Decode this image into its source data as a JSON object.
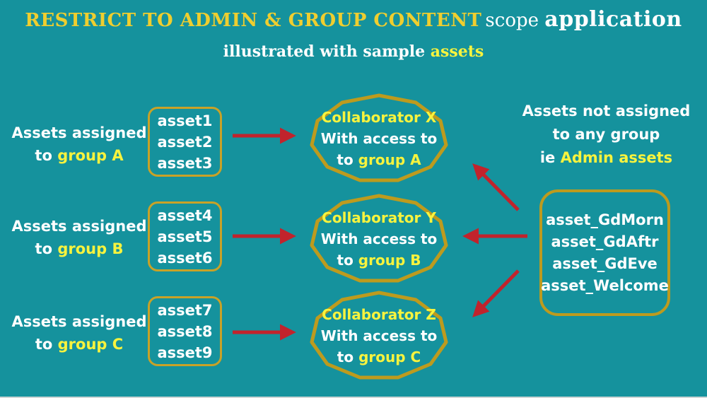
{
  "colors": {
    "background": "#15929D",
    "gold_border": "#BD9B1E",
    "title_gold": "#EFCE2F",
    "bright_yellow": "#F7F33E",
    "text_white": "#FFFFFF",
    "arrow_red": "#C1232C"
  },
  "header": {
    "title_highlight": "RESTRICT TO ADMIN & GROUP CONTENT",
    "title_scope": "scope",
    "title_application": "application",
    "subtitle": "illustrated with sample ",
    "subtitle_highlight": "assets"
  },
  "rows": [
    {
      "label_line1": "Assets assigned",
      "label_to": "to ",
      "label_group": "group A",
      "assets": [
        "asset1",
        "asset2",
        "asset3"
      ],
      "collaborator": "Collaborator X",
      "access_line": "With access to",
      "access_to": "to ",
      "access_group": "group A"
    },
    {
      "label_line1": "Assets assigned",
      "label_to": "to ",
      "label_group": "group B",
      "assets": [
        "asset4",
        "asset5",
        "asset6"
      ],
      "collaborator": "Collaborator Y",
      "access_line": "With access to",
      "access_to": "to ",
      "access_group": "group B"
    },
    {
      "label_line1": "Assets assigned",
      "label_to": "to ",
      "label_group": "group C",
      "assets": [
        "asset7",
        "asset8",
        "asset9"
      ],
      "collaborator": "Collaborator Z",
      "access_line": "With access to",
      "access_to": "to ",
      "access_group": "group C"
    }
  ],
  "admin_note": {
    "line1": "Assets not assigned",
    "line2": "to any group",
    "line3_prefix": "ie ",
    "line3_highlight": "Admin assets"
  },
  "admin_box": {
    "assets": [
      "asset_GdMorn",
      "asset_GdAftr",
      "asset_GdEve",
      "asset_Welcome"
    ]
  }
}
